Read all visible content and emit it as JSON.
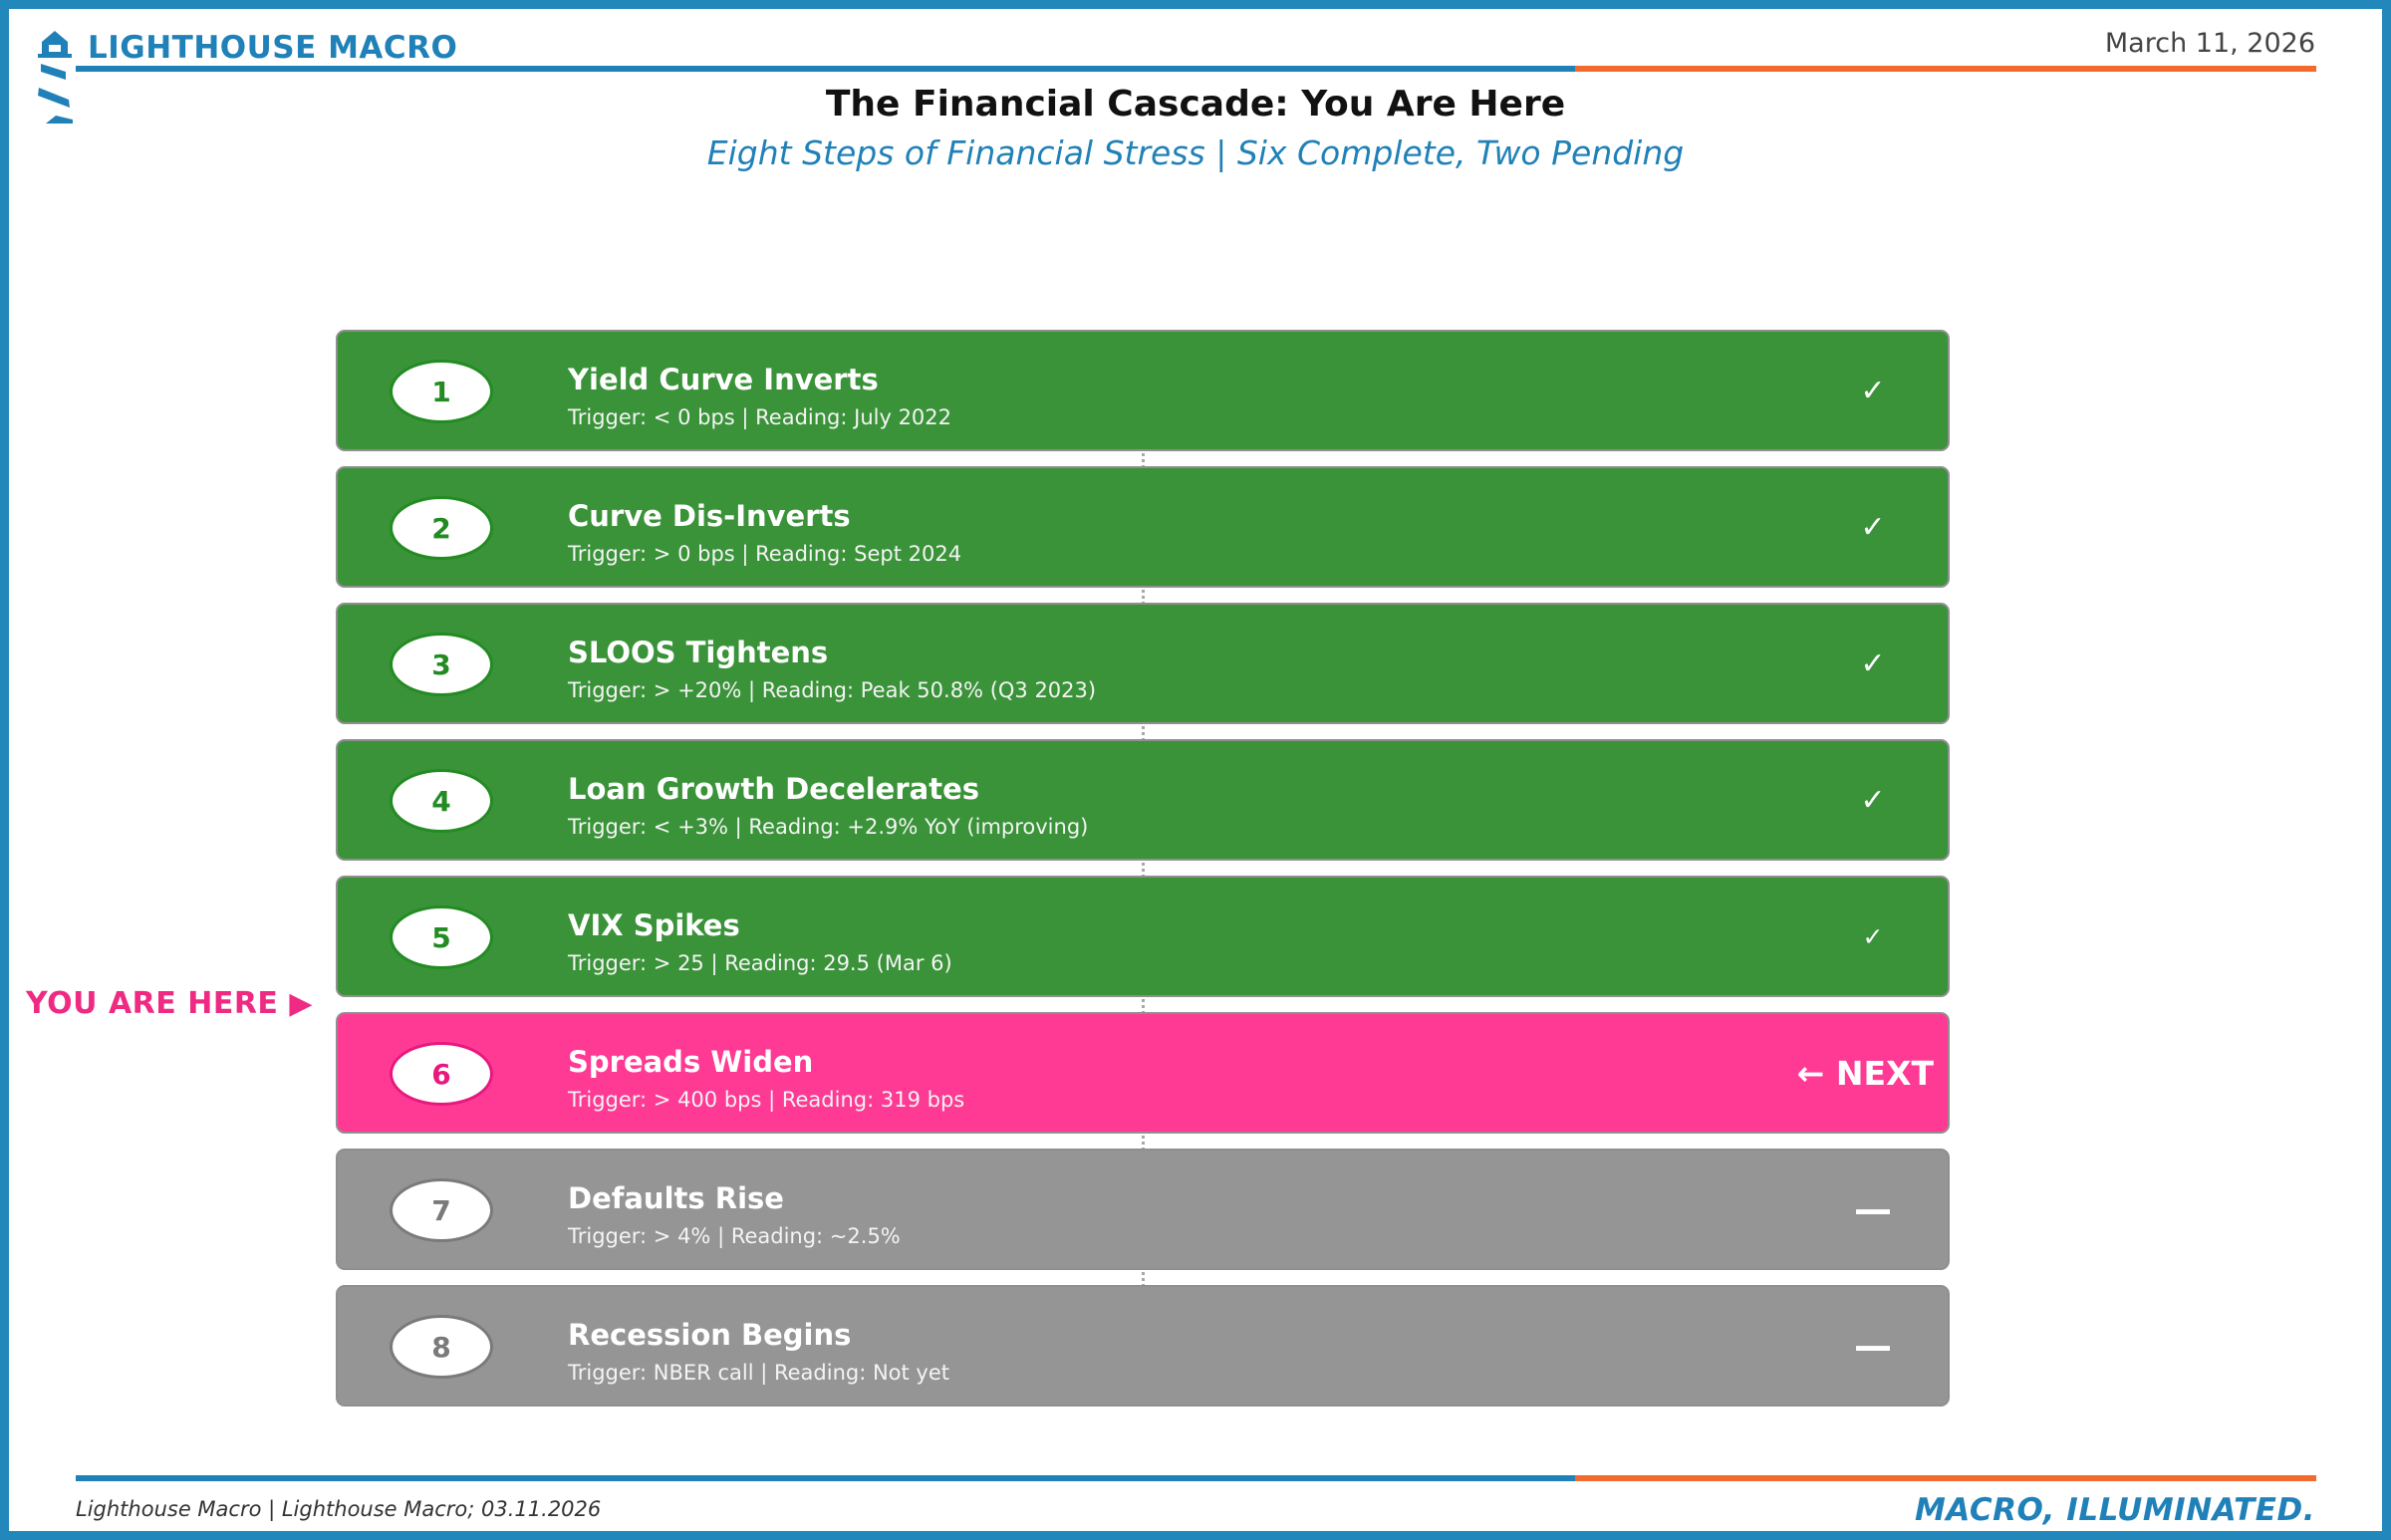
{
  "header": {
    "brand": "LIGHTHOUSE MACRO",
    "date": "March 11, 2026",
    "colors": {
      "blue": "#2081b8",
      "orange": "#f26a2d"
    }
  },
  "title": "The Financial Cascade: You Are Here",
  "subtitle": "Eight Steps of Financial Stress | Six Complete, Two Pending",
  "steps": [
    {
      "number": "1",
      "title": "Yield Curve Inverts",
      "detail": "Trigger: < 0 bps  |  Reading: July 2022",
      "status": "✓",
      "state": "complete"
    },
    {
      "number": "2",
      "title": "Curve Dis-Inverts",
      "detail": "Trigger: > 0 bps  |  Reading: Sept 2024",
      "status": "✓",
      "state": "complete"
    },
    {
      "number": "3",
      "title": "SLOOS Tightens",
      "detail": "Trigger: > +20%  |  Reading: Peak 50.8% (Q3 2023)",
      "status": "✓",
      "state": "complete"
    },
    {
      "number": "4",
      "title": "Loan Growth Decelerates",
      "detail": "Trigger: < +3%  |  Reading: +2.9% YoY (improving)",
      "status": "✓",
      "state": "complete"
    },
    {
      "number": "5",
      "title": "VIX Spikes",
      "detail": "Trigger: > 25  |  Reading: 29.5 (Mar 6)",
      "status": "✓",
      "state": "complete"
    },
    {
      "number": "6",
      "title": "Spreads Widen",
      "detail": "Trigger: > 400 bps  |  Reading: 319 bps",
      "status": "← NEXT",
      "state": "next"
    },
    {
      "number": "7",
      "title": "Defaults Rise",
      "detail": "Trigger: > 4%  |  Reading: ~2.5%",
      "status": "—",
      "state": "pending"
    },
    {
      "number": "8",
      "title": "Recession Begins",
      "detail": "Trigger: NBER call  |  Reading: Not yet",
      "status": "—",
      "state": "pending"
    }
  ],
  "state_colors": {
    "complete": "#3a9339",
    "next": "#ff3a94",
    "pending": "#959595"
  },
  "marker": {
    "label": "YOU ARE HERE  ▶",
    "color": "#ee2a82"
  },
  "footer": {
    "source": "Lighthouse Macro | Lighthouse Macro; 03.11.2026",
    "tagline": "MACRO, ILLUMINATED."
  }
}
